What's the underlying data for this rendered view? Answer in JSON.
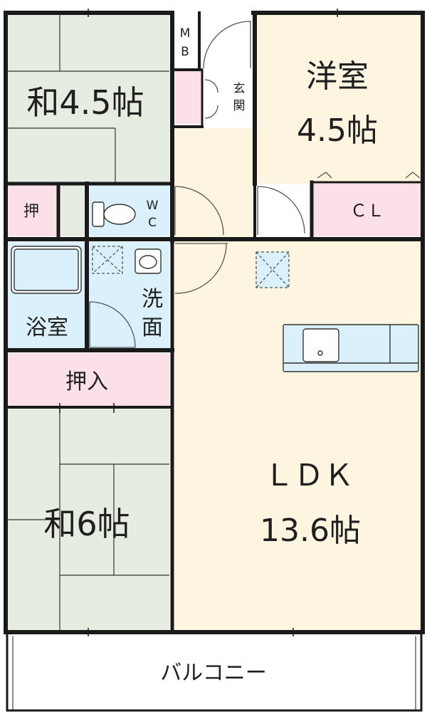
{
  "floorplan": {
    "rooms": {
      "washitsu_small": {
        "name": "和4.5帖"
      },
      "youshitsu": {
        "name": "洋室",
        "size": "4.5帖"
      },
      "ldk": {
        "name": "ＬＤＫ",
        "size": "13.6帖"
      },
      "washitsu_large": {
        "name": "和6帖"
      },
      "closet_small": {
        "name": "押"
      },
      "closet_large": {
        "name": "押入"
      },
      "closet_cl": {
        "name": "ＣＬ"
      },
      "toilet": {
        "name_line1": "W",
        "name_line2": "C"
      },
      "bath": {
        "name": "浴室"
      },
      "washroom": {
        "line1": "洗",
        "line2": "面"
      },
      "meter_box": {
        "line1": "M",
        "line2": "B"
      },
      "entrance": {
        "line1": "玄",
        "line2": "関"
      },
      "balcony": {
        "name": "バルコニー"
      }
    },
    "colors": {
      "tatami": "#e6ecdf",
      "wood_floor": "#fdf5df",
      "storage": "#fbe1e7",
      "wet_area": "#daf0fa",
      "wall": "#1a1a1a",
      "door": "#555555"
    }
  }
}
